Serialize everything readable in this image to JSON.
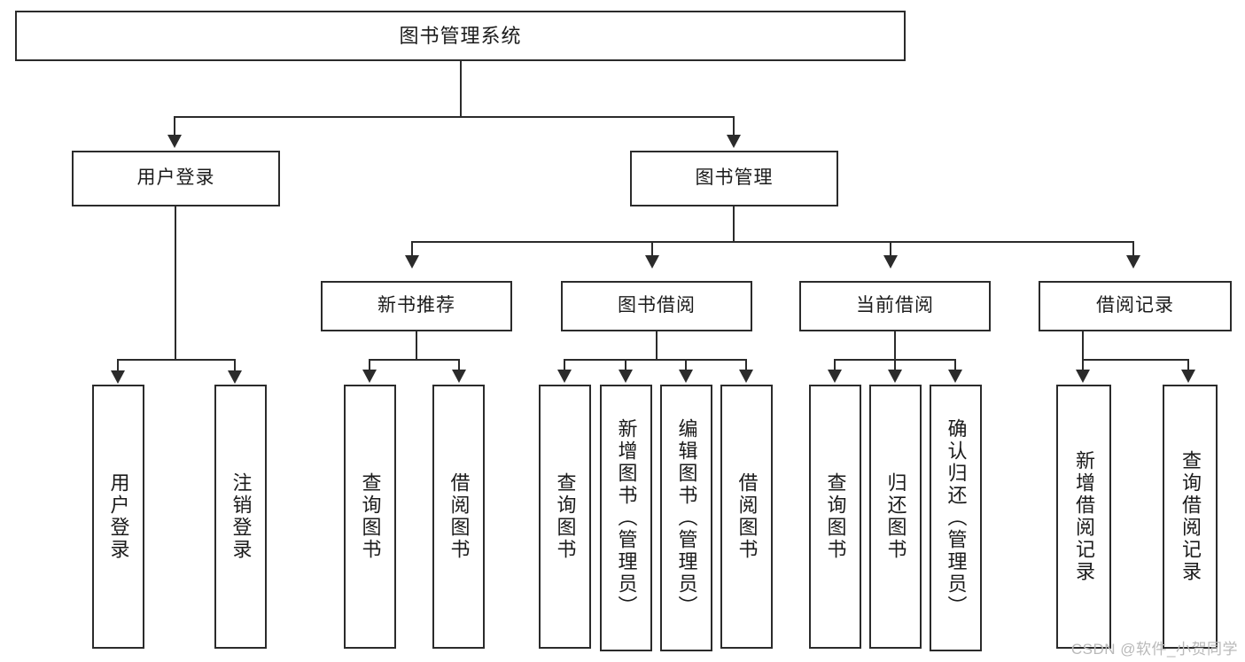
{
  "diagram": {
    "type": "tree-hierarchy",
    "title": "图书管理系统",
    "root": {
      "label": "图书管理系统"
    },
    "level2": [
      {
        "label": "用户登录"
      },
      {
        "label": "图书管理"
      }
    ],
    "level3": [
      {
        "label": "新书推荐"
      },
      {
        "label": "图书借阅"
      },
      {
        "label": "当前借阅"
      },
      {
        "label": "借阅记录"
      }
    ],
    "leaves": {
      "user_login": [
        {
          "label": "用户登录"
        },
        {
          "label": "注销登录"
        }
      ],
      "new_book_recommend": [
        {
          "label": "查询图书"
        },
        {
          "label": "借阅图书"
        }
      ],
      "book_borrow": [
        {
          "label": "查询图书"
        },
        {
          "label": "新增图书（管理员）"
        },
        {
          "label": "编辑图书（管理员）"
        },
        {
          "label": "借阅图书"
        }
      ],
      "current_borrow": [
        {
          "label": "查询图书"
        },
        {
          "label": "归还图书"
        },
        {
          "label": "确认归还（管理员）"
        }
      ],
      "borrow_record": [
        {
          "label": "新增借阅记录"
        },
        {
          "label": "查询借阅记录"
        }
      ]
    }
  },
  "watermark": {
    "text": "CSDN @软件_小贺同学"
  },
  "colors": {
    "stroke": "#2b2b2b",
    "background": "#ffffff",
    "text": "#1b1b1b",
    "watermark": "#b9b9b9"
  }
}
